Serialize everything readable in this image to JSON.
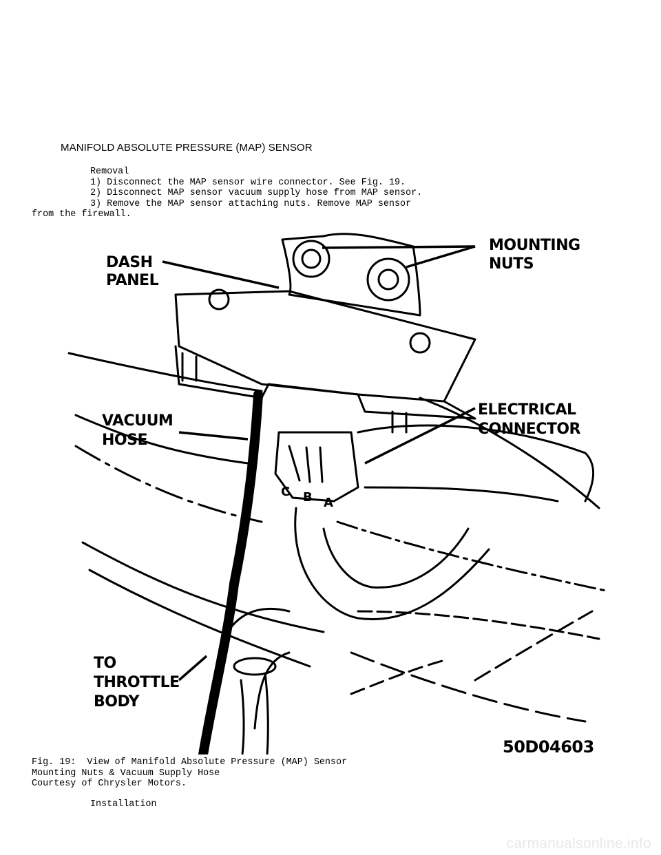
{
  "section_heading": "MANIFOLD ABSOLUTE PRESSURE (MAP) SENSOR",
  "removal": {
    "title": "Removal",
    "steps": [
      "1) Disconnect the MAP sensor wire connector. See Fig. 19.",
      "2) Disconnect MAP sensor vacuum supply hose from MAP sensor.",
      "3) Remove the MAP sensor attaching nuts. Remove MAP sensor"
    ],
    "continuation": "from the firewall."
  },
  "figure": {
    "labels": {
      "dash_panel": [
        "DASH",
        "PANEL"
      ],
      "mounting_nuts": [
        "MOUNTING",
        "NUTS"
      ],
      "electrical_connector": [
        "ELECTRICAL",
        "CONNECTOR"
      ],
      "vacuum_hose": [
        "VACUUM",
        "HOSE"
      ],
      "throttle_body": [
        "TO",
        "THROTTLE",
        "BODY"
      ],
      "pins": [
        "C",
        "B",
        "A"
      ],
      "figure_id": "50D04603"
    }
  },
  "caption": {
    "lines": [
      "Fig. 19:  View of Manifold Absolute Pressure (MAP) Sensor",
      "Mounting Nuts & Vacuum Supply Hose",
      "Courtesy of Chrysler Motors."
    ]
  },
  "installation_title": "Installation",
  "watermark": "carmanualsonline.info"
}
